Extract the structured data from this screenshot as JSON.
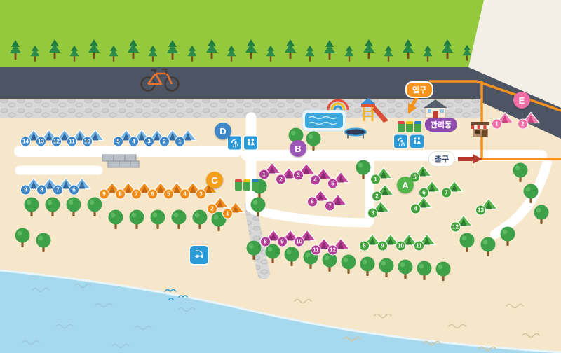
{
  "labels": {
    "entrance": "입구",
    "exit": "출구",
    "management": "관리동"
  },
  "sections": [
    {
      "letter": "A",
      "circle": "#52b64a",
      "tent": "#57b54e",
      "dark": "#2e7d32",
      "badge": "#45a33d"
    },
    {
      "letter": "B",
      "circle": "#9c58b6",
      "tent": "#c2439c",
      "dark": "#8e2d73",
      "badge": "#b13b95"
    },
    {
      "letter": "C",
      "circle": "#f5a01d",
      "tent": "#f29022",
      "dark": "#c96a10",
      "badge": "#ef8c1a"
    },
    {
      "letter": "D",
      "circle": "#3f86c6",
      "tent": "#74b2df",
      "dark": "#33679f",
      "badge": "#3f86c6"
    },
    {
      "letter": "E",
      "circle": "#ef6fa6",
      "tent": "#f07fb0",
      "dark": "#c94580",
      "badge": "#ef6fa6"
    }
  ],
  "tent_groups": [
    {
      "section": "D",
      "numbers": [
        14,
        13,
        12,
        11,
        10
      ]
    },
    {
      "section": "D",
      "numbers": [
        5,
        4,
        3,
        2,
        1
      ]
    },
    {
      "section": "D",
      "numbers": [
        9,
        8,
        7,
        6
      ]
    },
    {
      "section": "C",
      "numbers": [
        9,
        8,
        7,
        6,
        5,
        4,
        3
      ]
    },
    {
      "section": "C",
      "numbers": [
        2,
        1
      ]
    },
    {
      "section": "B",
      "numbers": [
        1,
        2,
        3,
        4,
        5
      ]
    },
    {
      "section": "B",
      "numbers": [
        6,
        7
      ]
    },
    {
      "section": "B",
      "numbers": [
        8,
        9,
        10,
        11,
        12
      ]
    },
    {
      "section": "A",
      "numbers": [
        1,
        2,
        3
      ]
    },
    {
      "section": "A",
      "numbers": [
        5,
        6,
        4
      ]
    },
    {
      "section": "A",
      "numbers": [
        7
      ]
    },
    {
      "section": "A",
      "numbers": [
        13
      ]
    },
    {
      "section": "A",
      "numbers": [
        12
      ]
    },
    {
      "section": "A",
      "numbers": [
        8,
        9,
        10,
        11
      ]
    },
    {
      "section": "E",
      "numbers": [
        1,
        2
      ]
    }
  ],
  "icons": {
    "restroom": "restroom-icon",
    "recycling": "recycling-bins-icon",
    "pool": "swimming-pool-icon",
    "playground": "playground-slide-icon",
    "climber": "climbing-arch-icon",
    "trampoline": "trampoline-icon",
    "fishing": "fishing-spot-icon",
    "bicycle": "bicycle-icon",
    "management_house": "management-building-icon",
    "store": "store-icon",
    "entrance_arrow": "entrance-arrow-icon",
    "exit_arrow": "exit-arrow-icon"
  },
  "colors": {
    "grass": "#94c83d",
    "road": "#4d5565",
    "sand": "#f7e7ca",
    "pale_corner": "#f3efe6",
    "water": "#a6d9ee",
    "path_white": "#ffffff",
    "route_orange": "#f6921e",
    "exit_arrow_red": "#b03a2e"
  }
}
